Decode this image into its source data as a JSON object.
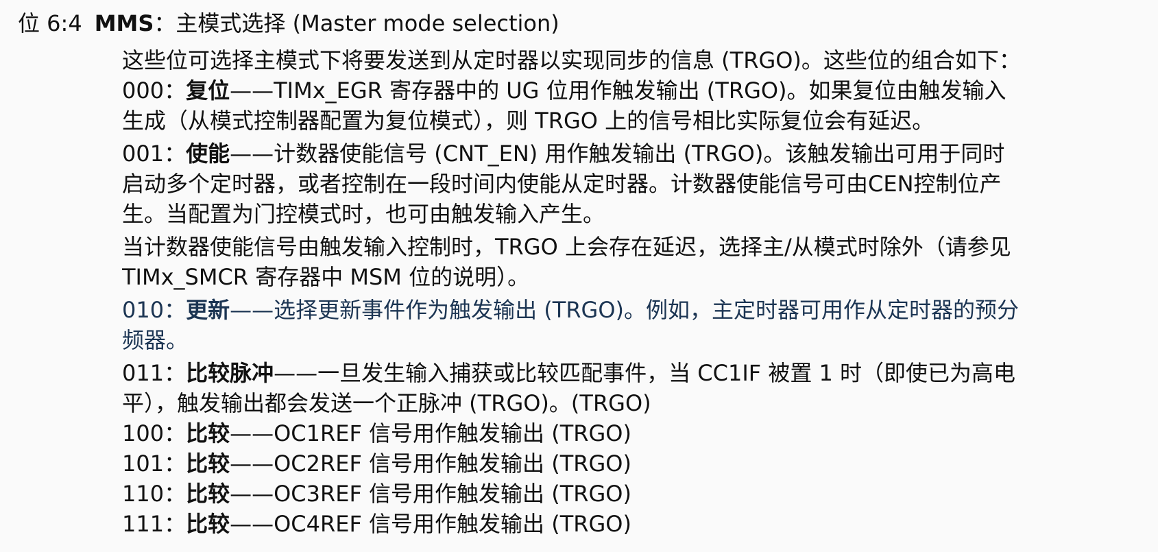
{
  "heading": {
    "bits": "位 6:4",
    "field": "MMS",
    "title": "：主模式选择 (Master mode selection)"
  },
  "intro": "这些位可选择主模式下将要发送到从定时器以实现同步的信息 (TRGO)。这些位的组合如下：",
  "entries": {
    "e000": {
      "code": "000：",
      "label": "复位",
      "line1": "——TIMx_EGR 寄存器中的 UG 位用作触发输出 (TRGO)。如果复位由触发输入",
      "line2": "生成（从模式控制器配置为复位模式），则 TRGO 上的信号相比实际复位会有延迟。"
    },
    "e001": {
      "code": "001：",
      "label": "使能",
      "line1": "——计数器使能信号 (CNT_EN) 用作触发输出 (TRGO)。该触发输出可用于同时",
      "line2": "启动多个定时器，或者控制在一段时间内使能从定时器。计数器使能信号可由CEN控制位产",
      "line3": "生。当配置为门控模式时，也可由触发输入产生。",
      "note1": "当计数器使能信号由触发输入控制时，TRGO 上会存在延迟，选择主/从模式时除外（请参见",
      "note2": "TIMx_SMCR 寄存器中 MSM 位的说明）。"
    },
    "e010": {
      "code": "010：",
      "label": "更新",
      "line1": "——选择更新事件作为触发输出 (TRGO)。例如，主定时器可用作从定时器的预分",
      "line2": "频器。"
    },
    "e011": {
      "code": "011：",
      "label": "比较脉冲",
      "line1": "——一旦发生输入捕获或比较匹配事件，当 CC1IF 被置 1 时（即使已为高电",
      "line2": "平），触发输出都会发送一个正脉冲 (TRGO)。(TRGO)"
    },
    "e100": {
      "code": "100：",
      "label": "比较",
      "text": "——OC1REF 信号用作触发输出 (TRGO)"
    },
    "e101": {
      "code": "101：",
      "label": "比较",
      "text": "——OC2REF 信号用作触发输出 (TRGO)"
    },
    "e110": {
      "code": "110：",
      "label": "比较",
      "text": "——OC3REF 信号用作触发输出 (TRGO)"
    },
    "e111": {
      "code": "111：",
      "label": "比较",
      "text": "——OC4REF 信号用作触发输出 (TRGO)"
    }
  },
  "colors": {
    "highlight": "#a9d1f7",
    "highlight_text": "#1c3553",
    "background": "#fafafa",
    "text": "#111111"
  }
}
